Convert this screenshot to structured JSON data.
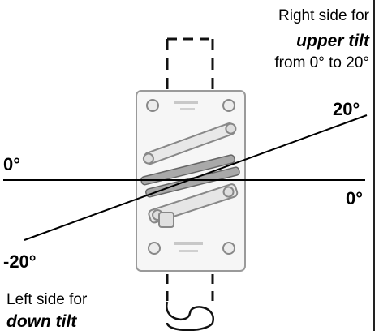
{
  "annotations": {
    "right_side_line1": "Right side for",
    "right_side_emphasis": "upper tilt",
    "right_side_line3": "from 0° to 20°",
    "left_side_line1": "Left side for",
    "left_side_emphasis": "down tilt"
  },
  "angle_labels": {
    "upper_right": "20°",
    "left_zero": "0°",
    "right_zero": "0°",
    "lower_left": "-20°"
  }
}
